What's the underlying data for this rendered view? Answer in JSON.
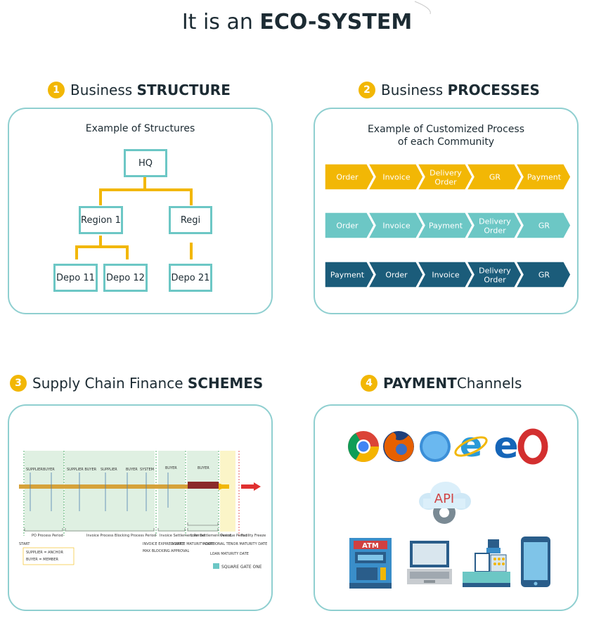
{
  "title": {
    "prefix": "It is an ",
    "bold": "ECO-SYSTEM"
  },
  "sections": [
    {
      "num": "1",
      "text": "Business ",
      "bold": "STRUCTURE",
      "after": ""
    },
    {
      "num": "2",
      "text": "Business ",
      "bold": "PROCESSES",
      "after": ""
    },
    {
      "num": "3",
      "text": "Supply Chain Finance ",
      "bold": "SCHEMES",
      "after": ""
    },
    {
      "num": "4",
      "text": "",
      "bold": "PAYMENT",
      "after": " Channels"
    }
  ],
  "structure": {
    "caption": "Example of Structures",
    "hq": "HQ",
    "region1": "Region 1",
    "region2": "Regi",
    "depo11": "Depo 11",
    "depo12": "Depo 12",
    "depo21": "Depo 21"
  },
  "processes": {
    "caption_line1": "Example of Customized Process",
    "caption_line2": "of each Community",
    "rows": [
      {
        "color": "#f2b705",
        "steps": [
          "Order",
          "Invoice",
          "Delivery|Order",
          "GR",
          "Payment"
        ]
      },
      {
        "color": "#6cc7c5",
        "steps": [
          "Order",
          "Invoice",
          "Payment",
          "Delivery|Order",
          "GR"
        ]
      },
      {
        "color": "#1b5c7a",
        "steps": [
          "Payment",
          "Order",
          "Invoice",
          "Delivery|Order",
          "GR"
        ]
      }
    ]
  },
  "scheme": {
    "headers": [
      "SUPPLIER",
      "BUYER",
      "SUPPLIER BUYER",
      "SUPPLIER",
      "BUYER",
      "SYSTEM",
      "BUYER",
      "BUYER"
    ],
    "phases": [
      "PO Process Period",
      "Invoice Process Blocking Process Period",
      "Invoice Settlement Period",
      "Loan Settlement Period",
      "Overdue Period",
      "Facility Freeze"
    ],
    "legend": [
      "SUPPLIER = ANCHOR",
      "BUYER = MEMBER"
    ],
    "start": "START",
    "brand": "SQUARE GATE ONE",
    "notes": [
      "INVOICE EXPIRED DATE",
      "MAX BLOCKING APPROVAL",
      "INVOICE MATURITY DATE",
      "ADDITIONAL TENOR MATURITY DATE",
      "LOAN MATURITY DATE"
    ]
  },
  "payment": {
    "api_label": "API",
    "atm_label": "ATM",
    "icons": [
      "chrome-icon",
      "firefox-icon",
      "safari-icon",
      "ie-icon",
      "edge-icon",
      "opera-icon",
      "api-cloud-icon",
      "atm-icon",
      "laptop-icon",
      "cash-register-icon",
      "smartphone-icon"
    ]
  },
  "colors": {
    "accent": "#f2b705",
    "teal": "#6cc7c5",
    "navy": "#1b5c7a",
    "panel_border": "#8fcfd0"
  }
}
